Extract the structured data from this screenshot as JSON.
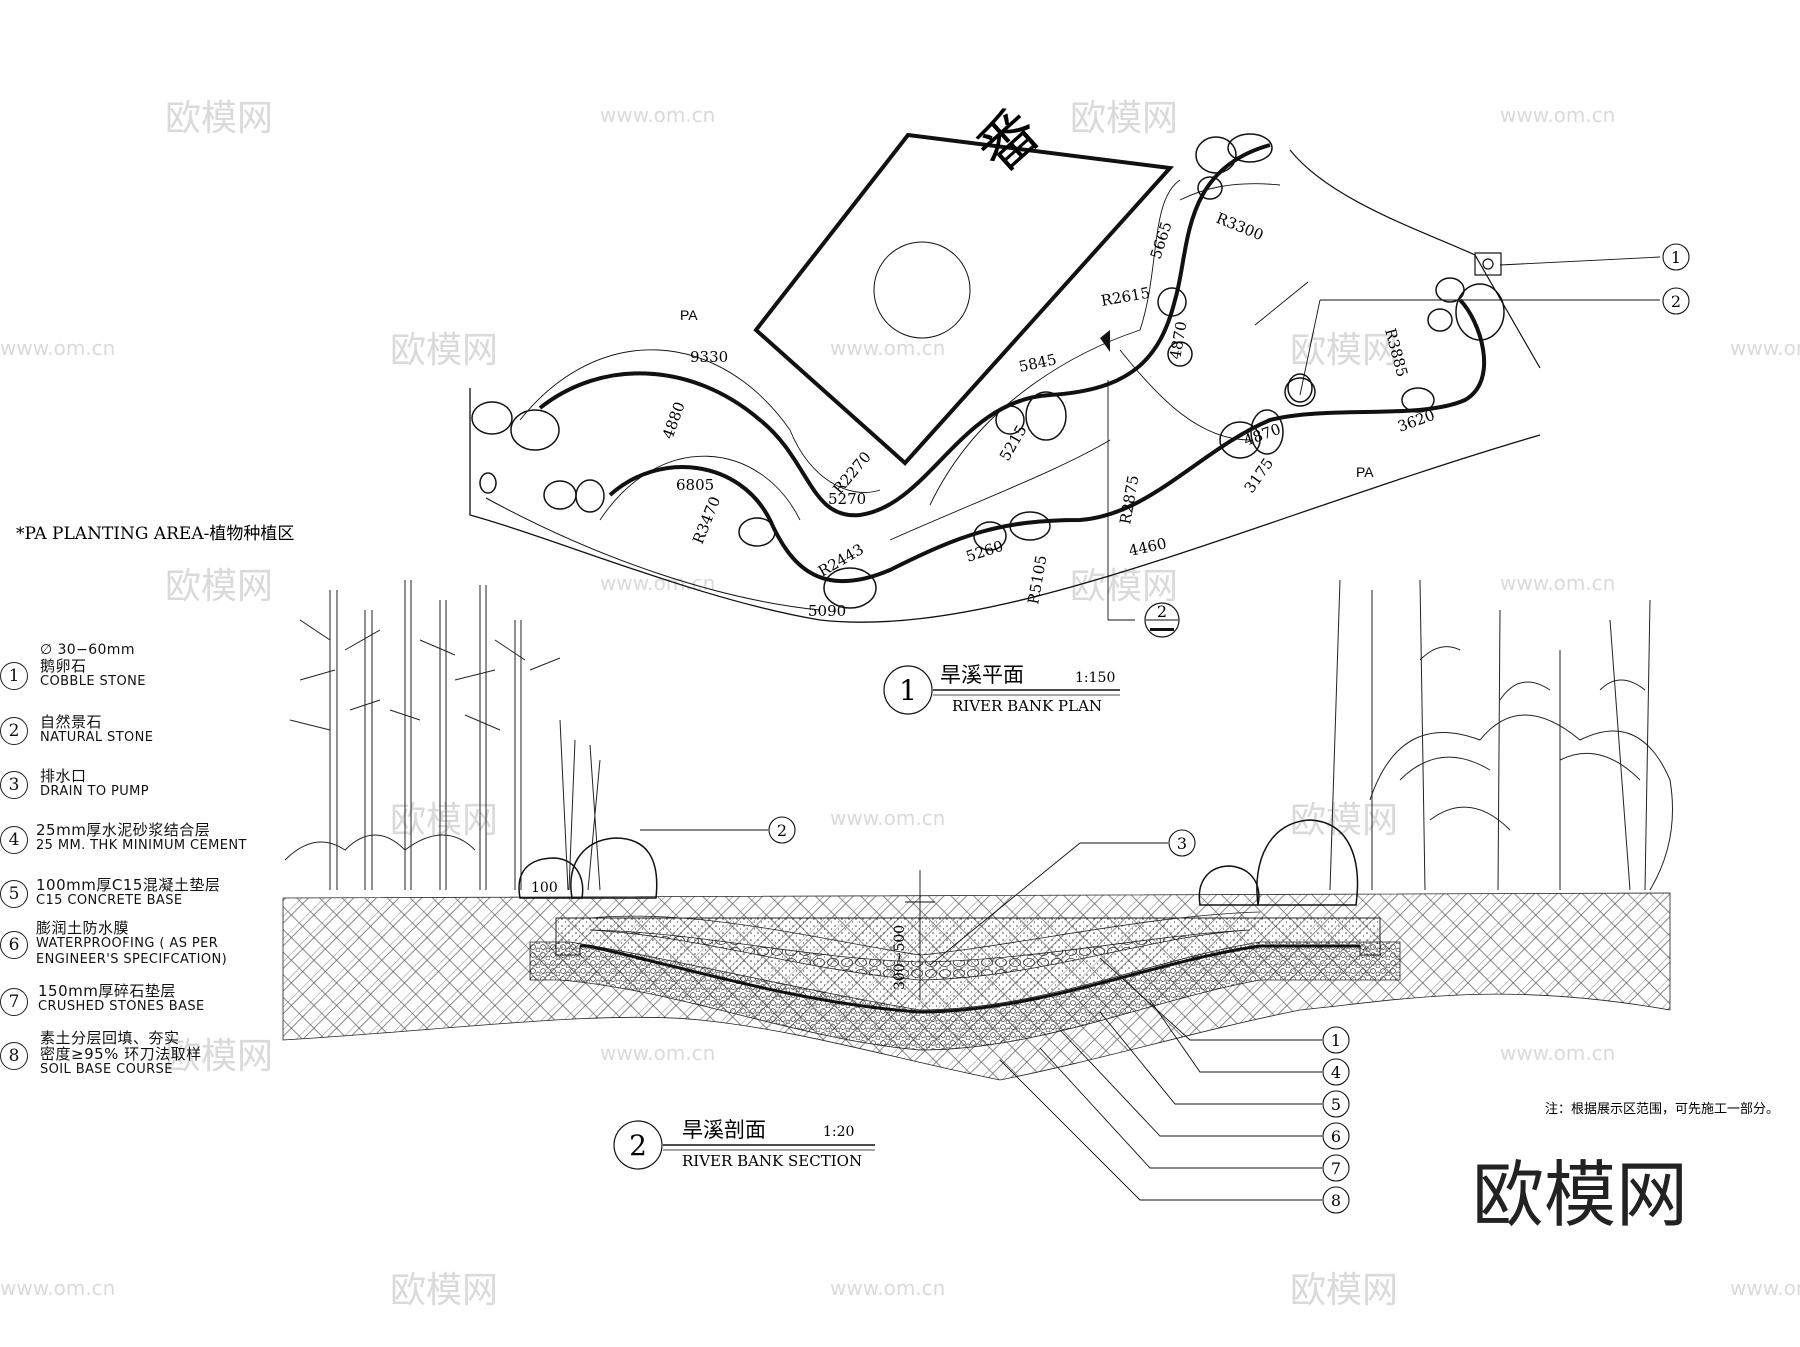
{
  "watermarks": {
    "site": "www.om.cn",
    "brand": "欧模网",
    "corner_brand": "欧模网"
  },
  "plan": {
    "pa_note": "*PA    PLANTING AREA-植物种植区",
    "pa_label": "PA",
    "building_char": "番",
    "dims": [
      "9330",
      "4880",
      "6805",
      "R3470",
      "R2270",
      "5270",
      "R2443",
      "5090",
      "5845",
      "5215",
      "5260",
      "R5105",
      "R2875",
      "4460",
      "R2615",
      "4870",
      "5665",
      "R3300",
      "R3885",
      "3620",
      "4870",
      "3175"
    ],
    "callouts": [
      "1",
      "2"
    ],
    "section_mark": "2",
    "title_num": "1",
    "title_cn": "旱溪平面",
    "title_scale": "1:150",
    "title_en": "RIVER BANK PLAN"
  },
  "section": {
    "height_dim": "300~500",
    "stone_label": "100",
    "callouts_top": [
      "2",
      "3"
    ],
    "layer_markers": [
      "1",
      "4",
      "5",
      "6",
      "7",
      "8"
    ],
    "title_num": "2",
    "title_cn": "旱溪剖面",
    "title_scale": "1:20",
    "title_en": "RIVER BANK SECTION",
    "note": "注：根据展示区范围，可先施工一部分。"
  },
  "legend": [
    {
      "num": "1",
      "spec": "∅ 30−60mm",
      "cn": "鹅卵石",
      "en": "COBBLE STONE"
    },
    {
      "num": "2",
      "cn": "自然景石",
      "en": "NATURAL STONE"
    },
    {
      "num": "3",
      "cn": "排水口",
      "en": "DRAIN TO PUMP"
    },
    {
      "num": "4",
      "cn": "25mm厚水泥砂浆结合层",
      "en": "25 MM. THK MINIMUM CEMENT"
    },
    {
      "num": "5",
      "cn": "100mm厚C15混凝土垫层",
      "en": "C15 CONCRETE BASE"
    },
    {
      "num": "6",
      "cn": "膨润土防水膜",
      "en": "WATERPROOFING ( AS PER",
      "en2": "ENGINEER'S SPECIFCATION)"
    },
    {
      "num": "7",
      "cn": "150mm厚碎石垫层",
      "en": "CRUSHED STONES BASE"
    },
    {
      "num": "8",
      "cn": "素土分层回填、夯实",
      "cn2": "密度≥95% 环刀法取样",
      "en": "SOIL BASE COURSE"
    }
  ]
}
